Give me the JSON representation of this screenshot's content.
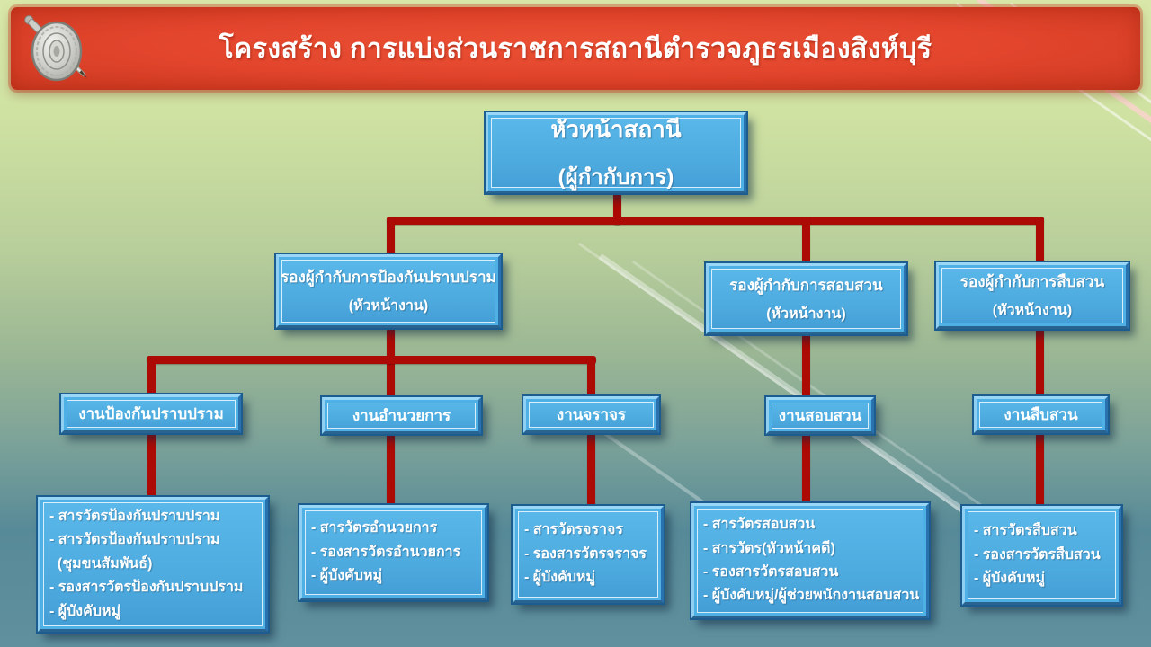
{
  "slide": {
    "title": "โครงสร้าง การแบ่งส่วนราชการสถานีตำรวจภูธรเมืองสิงห์บุรี",
    "logo_icon": "police-emblem-shield-and-sword"
  },
  "chart": {
    "root": {
      "line1": "หัวหน้าสถานี",
      "line2": "(ผู้กำกับการ)"
    },
    "level2": [
      {
        "line1": "รองผู้กำกับการป้องกันปราบปราม",
        "line2": "(หัวหน้างาน)"
      },
      {
        "line1": "รองผู้กำกับการสอบสวน",
        "line2": "(หัวหน้างาน)"
      },
      {
        "line1": "รองผู้กำกับการสืบสวน",
        "line2": "(หัวหน้างาน)"
      }
    ],
    "level3": [
      "งานป้องกันปราบปราม",
      "งานอำนวยการ",
      "งานจราจร",
      "งานสอบสวน",
      "งานสืบสวน"
    ],
    "level4": [
      {
        "lines": [
          "- สารวัตรป้องกันปราบปราม",
          "- สารวัตรป้องกันปราบปราม",
          "  (ชุมขนสัมพันธ์)",
          "- รองสารวัตรป้องกันปราบปราม",
          "- ผู้บังคับหมู่"
        ]
      },
      {
        "lines": [
          "- สารวัตรอำนวยการ",
          "- รองสารวัตรอำนวยการ",
          "- ผู้บังคับหมู่"
        ]
      },
      {
        "lines": [
          "- สารวัตรจราจร",
          "- รองสารวัตรจราจร",
          "- ผู้บังคับหมู่"
        ]
      },
      {
        "lines": [
          "- สารวัตรสอบสวน",
          "- สารวัตร(หัวหน้าคดี)",
          "- รองสารวัตรสอบสวน",
          "- ผู้บังคับหมู่/ผู้ช่วยพนักงานสอบสวน"
        ]
      },
      {
        "lines": [
          "- สารวัตรสืบสวน",
          "- รองสารวัตรสืบสวน",
          "- ผู้บังคับหมู่"
        ]
      }
    ]
  },
  "colors": {
    "banner_red": "#e2452c",
    "connector_red": "#ac0a05",
    "box_blue": "#4fb0e5",
    "box_border_dark": "#2a72ad",
    "box_border_light": "#9ad6f6",
    "background_top_green": "#d9e8a8",
    "background_bottom_teal": "#1d4e6b",
    "text_white": "#ffffff"
  }
}
